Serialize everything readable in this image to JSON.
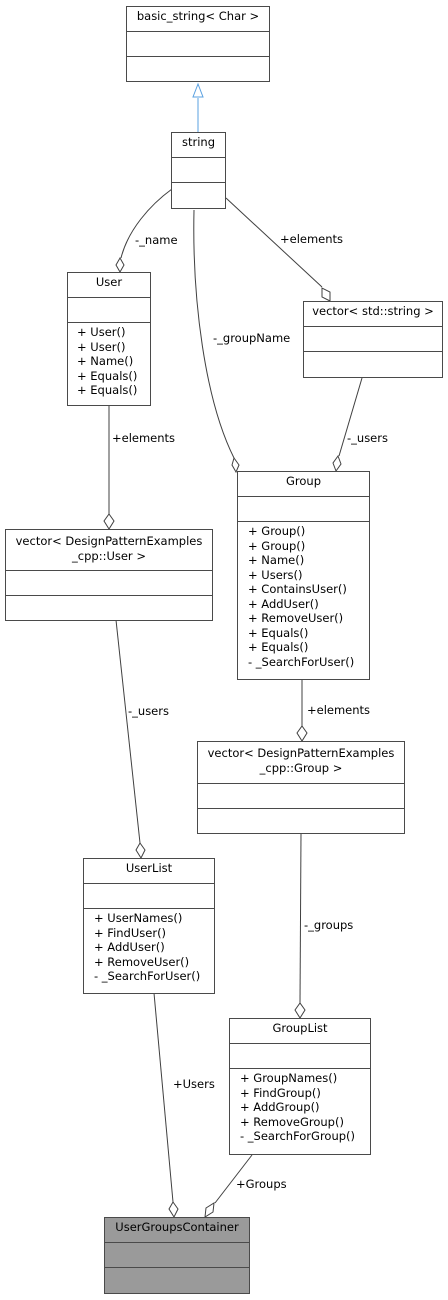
{
  "classes": {
    "basic_string": {
      "title": "basic_string< Char >"
    },
    "string": {
      "title": "string"
    },
    "user": {
      "title": "User",
      "methods": [
        "+ User()",
        "+ User()",
        "+ Name()",
        "+ Equals()",
        "+ Equals()"
      ]
    },
    "vector_string": {
      "title": "vector< std::string >"
    },
    "group": {
      "title": "Group",
      "methods": [
        "+ Group()",
        "+ Group()",
        "+ Name()",
        "+ Users()",
        "+ ContainsUser()",
        "+ AddUser()",
        "+ RemoveUser()",
        "+ Equals()",
        "+ Equals()",
        "- _SearchForUser()"
      ]
    },
    "vector_user": {
      "title_line1": "vector< DesignPatternExamples",
      "title_line2": "_cpp::User >"
    },
    "vector_group": {
      "title_line1": "vector< DesignPatternExamples",
      "title_line2": "_cpp::Group >"
    },
    "userlist": {
      "title": "UserList",
      "methods": [
        "+ UserNames()",
        "+ FindUser()",
        "+ AddUser()",
        "+ RemoveUser()",
        "- _SearchForUser()"
      ]
    },
    "grouplist": {
      "title": "GroupList",
      "methods": [
        "+ GroupNames()",
        "+ FindGroup()",
        "+ AddGroup()",
        "+ RemoveGroup()",
        "- _SearchForGroup()"
      ]
    },
    "container": {
      "title": "UserGroupsContainer"
    }
  },
  "labels": {
    "name": "-_name",
    "elements_string": "+elements",
    "groupName": "-_groupName",
    "users_group": "-_users",
    "elements_user": "+elements",
    "elements_group": "+elements",
    "users_userlist": "-_users",
    "groups": "-_groups",
    "users_container": "+Users",
    "groups_container": "+Groups"
  },
  "colors": {
    "inherit_arrow": "#5aa0e0",
    "line": "#404040",
    "highlight_box": "#9a9a9a"
  }
}
